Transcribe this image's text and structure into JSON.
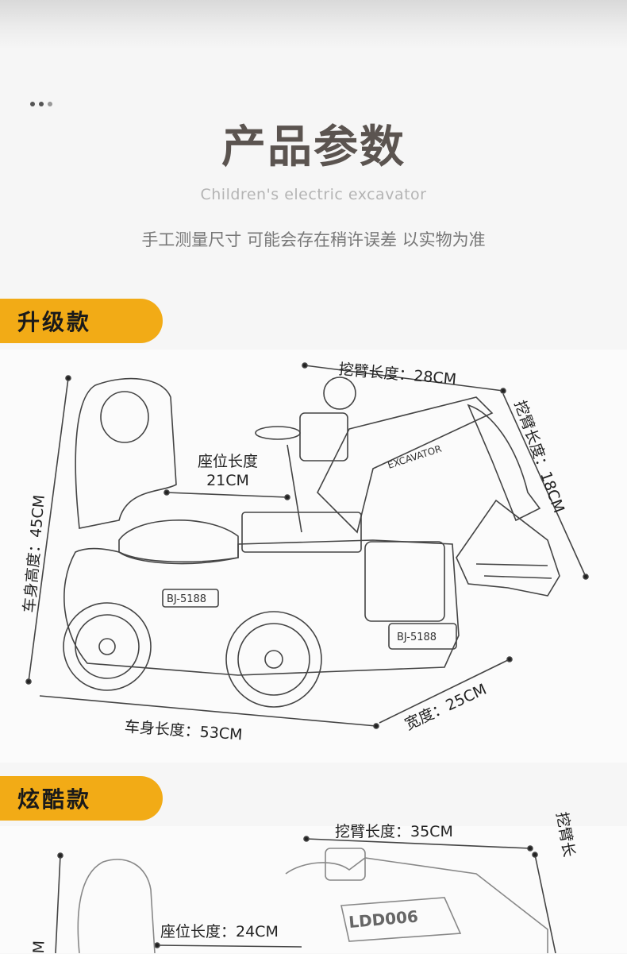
{
  "header": {
    "title": "产品参数",
    "subtitle_en": "Children's electric excavator",
    "note": "手工测量尺寸 可能会存在稍许误差 以实物为准"
  },
  "section1": {
    "badge": "升级款",
    "arm_length": "挖臂长度：28CM",
    "arm_depth": "挖臂长度：18CM",
    "seat_length_label": "座位长度",
    "seat_length_value": "21CM",
    "body_height": "车身高度：45CM",
    "body_length": "车身长度：53CM",
    "width": "宽度：25CM",
    "decals": {
      "excavator": "EXCAVATOR",
      "plate_side": "BJ-5188",
      "plate_front": "BJ-5188"
    }
  },
  "section2": {
    "badge": "炫酷款",
    "arm_length": "挖臂长度：35CM",
    "arm_depth": "挖臂长",
    "seat_length": "座位长度：24CM",
    "body_height": "M",
    "decals": {
      "model": "LDD006"
    }
  },
  "colors": {
    "badge": "#f2ab16",
    "title": "#5b5450"
  }
}
